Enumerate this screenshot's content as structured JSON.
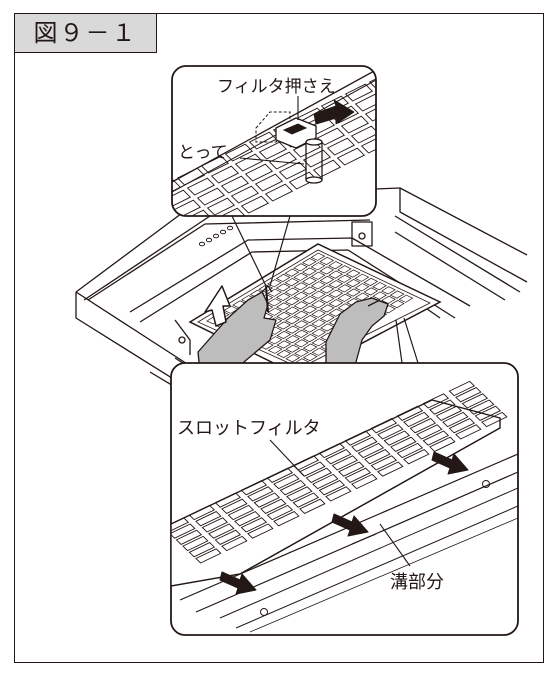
{
  "figure_label": "図９－１",
  "labels": {
    "filter_holder": "フィルタ押さえ",
    "handle": "とって",
    "slot_filter": "スロットフィルタ",
    "groove": "溝部分"
  },
  "colors": {
    "line": "#231815",
    "tag_background": "#d9d9d9",
    "glove_fill": "#bdbdbd"
  },
  "icons": [
    "lift-up-arrow-icon",
    "slide-right-arrow-icon",
    "slide-arrow-icon"
  ]
}
